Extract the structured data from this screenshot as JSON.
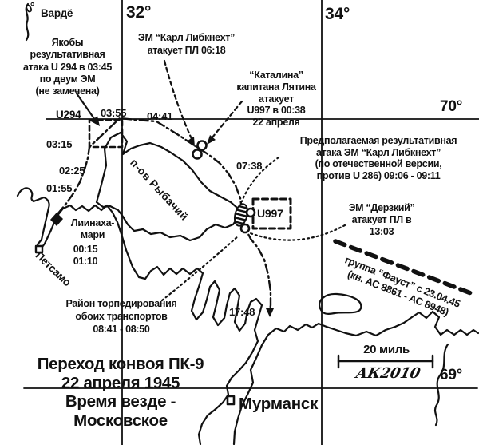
{
  "map": {
    "corner_degree": "0°",
    "meridian_32": "32°",
    "meridian_34": "34°",
    "parallel_70": "70°",
    "parallel_69": "69°"
  },
  "places": {
    "vardo": "Вардё",
    "liinahamari_1": "Лиинаха-",
    "liinahamari_2": "мари",
    "petsamo": "Петсамо",
    "rybachy": "п-ов Рыбачий",
    "murmansk": "Мурманск"
  },
  "uboats": {
    "u294": "U294",
    "u997": "U997"
  },
  "times": {
    "t0355": "03:55",
    "t0441": "04:41",
    "t0315": "03:15",
    "t0225": "02:25",
    "t0155": "01:55",
    "t0738": "07:38",
    "t1748": "17:48",
    "t0015": "00:15",
    "t0110": "01:10"
  },
  "annotations": {
    "u294_attack": {
      "l1": "Якобы",
      "l2": "результативная",
      "l3": "атака U 294 в 03:45",
      "l4": "по двум ЭМ",
      "l5": "(не замечена)"
    },
    "karl_liebknecht": {
      "l1": "ЭМ “Карл Либкнехт”",
      "l2": "атакует ПЛ 06:18"
    },
    "catalina": {
      "l1": "“Каталина”",
      "l2": "капитана Лятина",
      "l3": "атакует",
      "l4": "U997 в 00:38",
      "l5": "22 апреля"
    },
    "presumed_attack": {
      "l1": "Предполагаемая результативная",
      "l2": "атака ЭМ “Карл Либкнехт”",
      "l3": "(по отечественной версии,",
      "l4": "против U 286) 09:06 - 09:11"
    },
    "derzky": {
      "l1": "ЭМ “Дерзкий”",
      "l2": "атакует ПЛ в",
      "l3": "13:03"
    },
    "faust": {
      "l1": "группа “Фауст” с 23.04.45",
      "l2": "(кв. АС 8861 - АС 8948)"
    },
    "torpedo_area": {
      "l1": "Район торпедирования",
      "l2": "обоих транспортов",
      "l3": "08:41 - 08:50"
    }
  },
  "title": {
    "l1": "Переход конвоя ПК-9",
    "l2": "22 апреля 1945",
    "l3": "Время везде -",
    "l4": "Московское"
  },
  "scale": {
    "label": "20 миль"
  },
  "signature": "АК2010",
  "colors": {
    "ink": "#111111",
    "paper": "#ffffff"
  }
}
